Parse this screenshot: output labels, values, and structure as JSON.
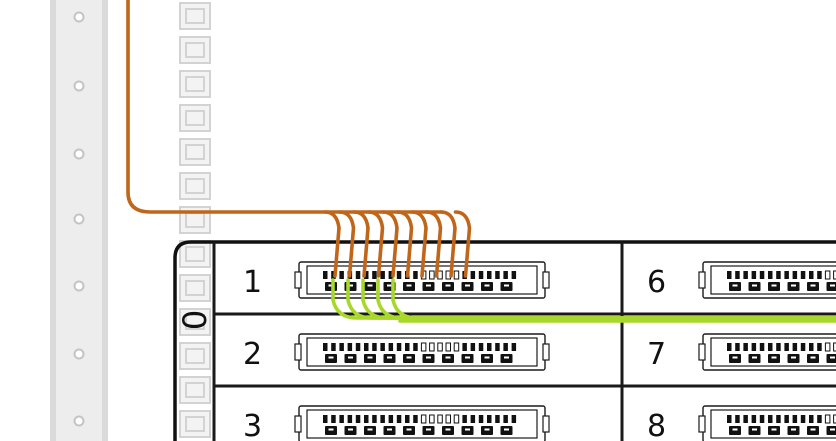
{
  "panel": {
    "side_label": "0",
    "rows_left": [
      {
        "label": "1"
      },
      {
        "label": "2"
      },
      {
        "label": "3"
      }
    ],
    "rows_right": [
      {
        "label": "6"
      },
      {
        "label": "7"
      },
      {
        "label": "8"
      }
    ]
  },
  "wires": {
    "orange_color": "#c0661a",
    "green_color": "#a8d82a",
    "orange_count": 10,
    "green_count": 5
  },
  "colors": {
    "frame": "#111111",
    "rail": "#ededed"
  }
}
